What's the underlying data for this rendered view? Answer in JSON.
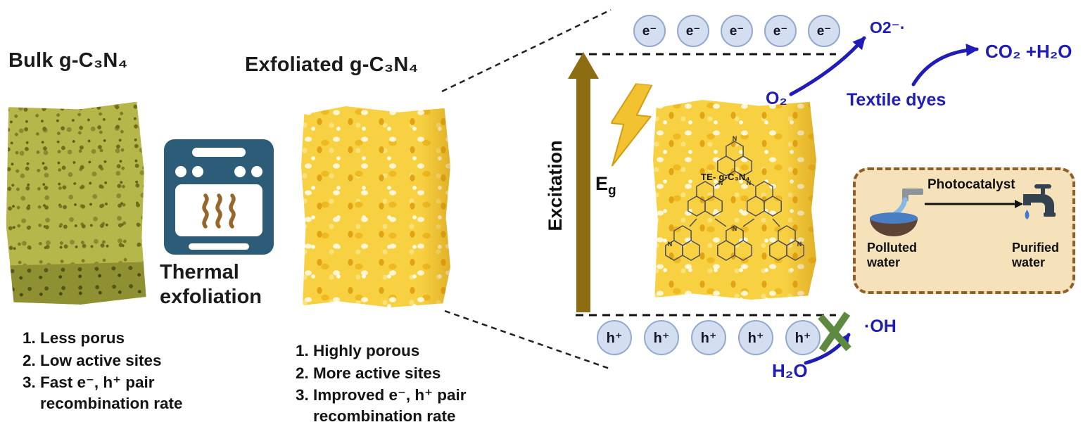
{
  "left_panel": {
    "title": "Bulk g-C₃N₄",
    "process_label": "Thermal exfoliation",
    "properties": [
      "Less porus",
      "Low active sites",
      "Fast e⁻, h⁺ pair recombination rate"
    ]
  },
  "middle_panel": {
    "title": "Exfoliated g-C₃N₄",
    "properties": [
      "Highly porous",
      "More active sites",
      "Improved e⁻, h⁺ pair recombination rate"
    ]
  },
  "band_diagram": {
    "excitation_label": "Excitation",
    "bandgap_main": "E",
    "bandgap_sub": "g",
    "electron_symbol": "e⁻",
    "electron_count": 5,
    "hole_symbol": "h⁺",
    "hole_count": 5,
    "photocatalyst_label": "TE- g-C₃N₄",
    "atom_label": "N",
    "oxygen": "O₂",
    "superoxide": "O2⁻·",
    "textile_dyes": "Textile dyes",
    "products": "CO₂ +H₂O",
    "water": "H₂O",
    "hydroxyl_radical": "·OH"
  },
  "inset": {
    "title": "Photocatalyst",
    "left_label": "Polluted water",
    "right_label": "Purified water"
  },
  "colors": {
    "chem_blue": "#1f1db5",
    "excitation_gold": "#8c6d12",
    "lightning_yellow": "#f2c230",
    "oven_teal": "#2d5c78",
    "bulk_olive": "#b6b74a",
    "exfoliated_yellow": "#f8d142",
    "carrier_circle_fill": "#d3def1",
    "blocked_x_green": "#5d8a40",
    "inset_tan": "#f5e2bb",
    "inset_border_brown": "#8e5e2c"
  }
}
